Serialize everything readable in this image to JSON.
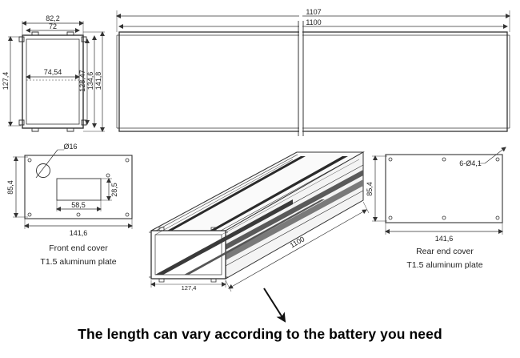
{
  "profile_view": {
    "dim_outer_width": "82,2",
    "dim_inner_width": "72",
    "dim_height_left": "127,4",
    "dim_inner_span": "74,54",
    "dim_height_1": "128,47",
    "dim_height_2": "134,6",
    "dim_height_3": "141,8"
  },
  "side_view": {
    "dim_total_length": "1107",
    "dim_body_length": "1100"
  },
  "front_cover": {
    "dim_hole": "Ø16",
    "dim_height": "85,4",
    "dim_cutout_height": "28,5",
    "dim_cutout_width": "58,5",
    "dim_width": "141,6",
    "label_line1": "Front end cover",
    "label_line2": "T1.5 aluminum plate"
  },
  "iso_view": {
    "dim_length": "1100",
    "dim_width": "127,4"
  },
  "rear_cover": {
    "dim_holes": "6-Ø4,1",
    "dim_height": "85,4",
    "dim_width": "141,6",
    "label_line1": "Rear end cover",
    "label_line2": "T1.5 aluminum plate"
  },
  "caption": "The length can vary according to the battery you need"
}
